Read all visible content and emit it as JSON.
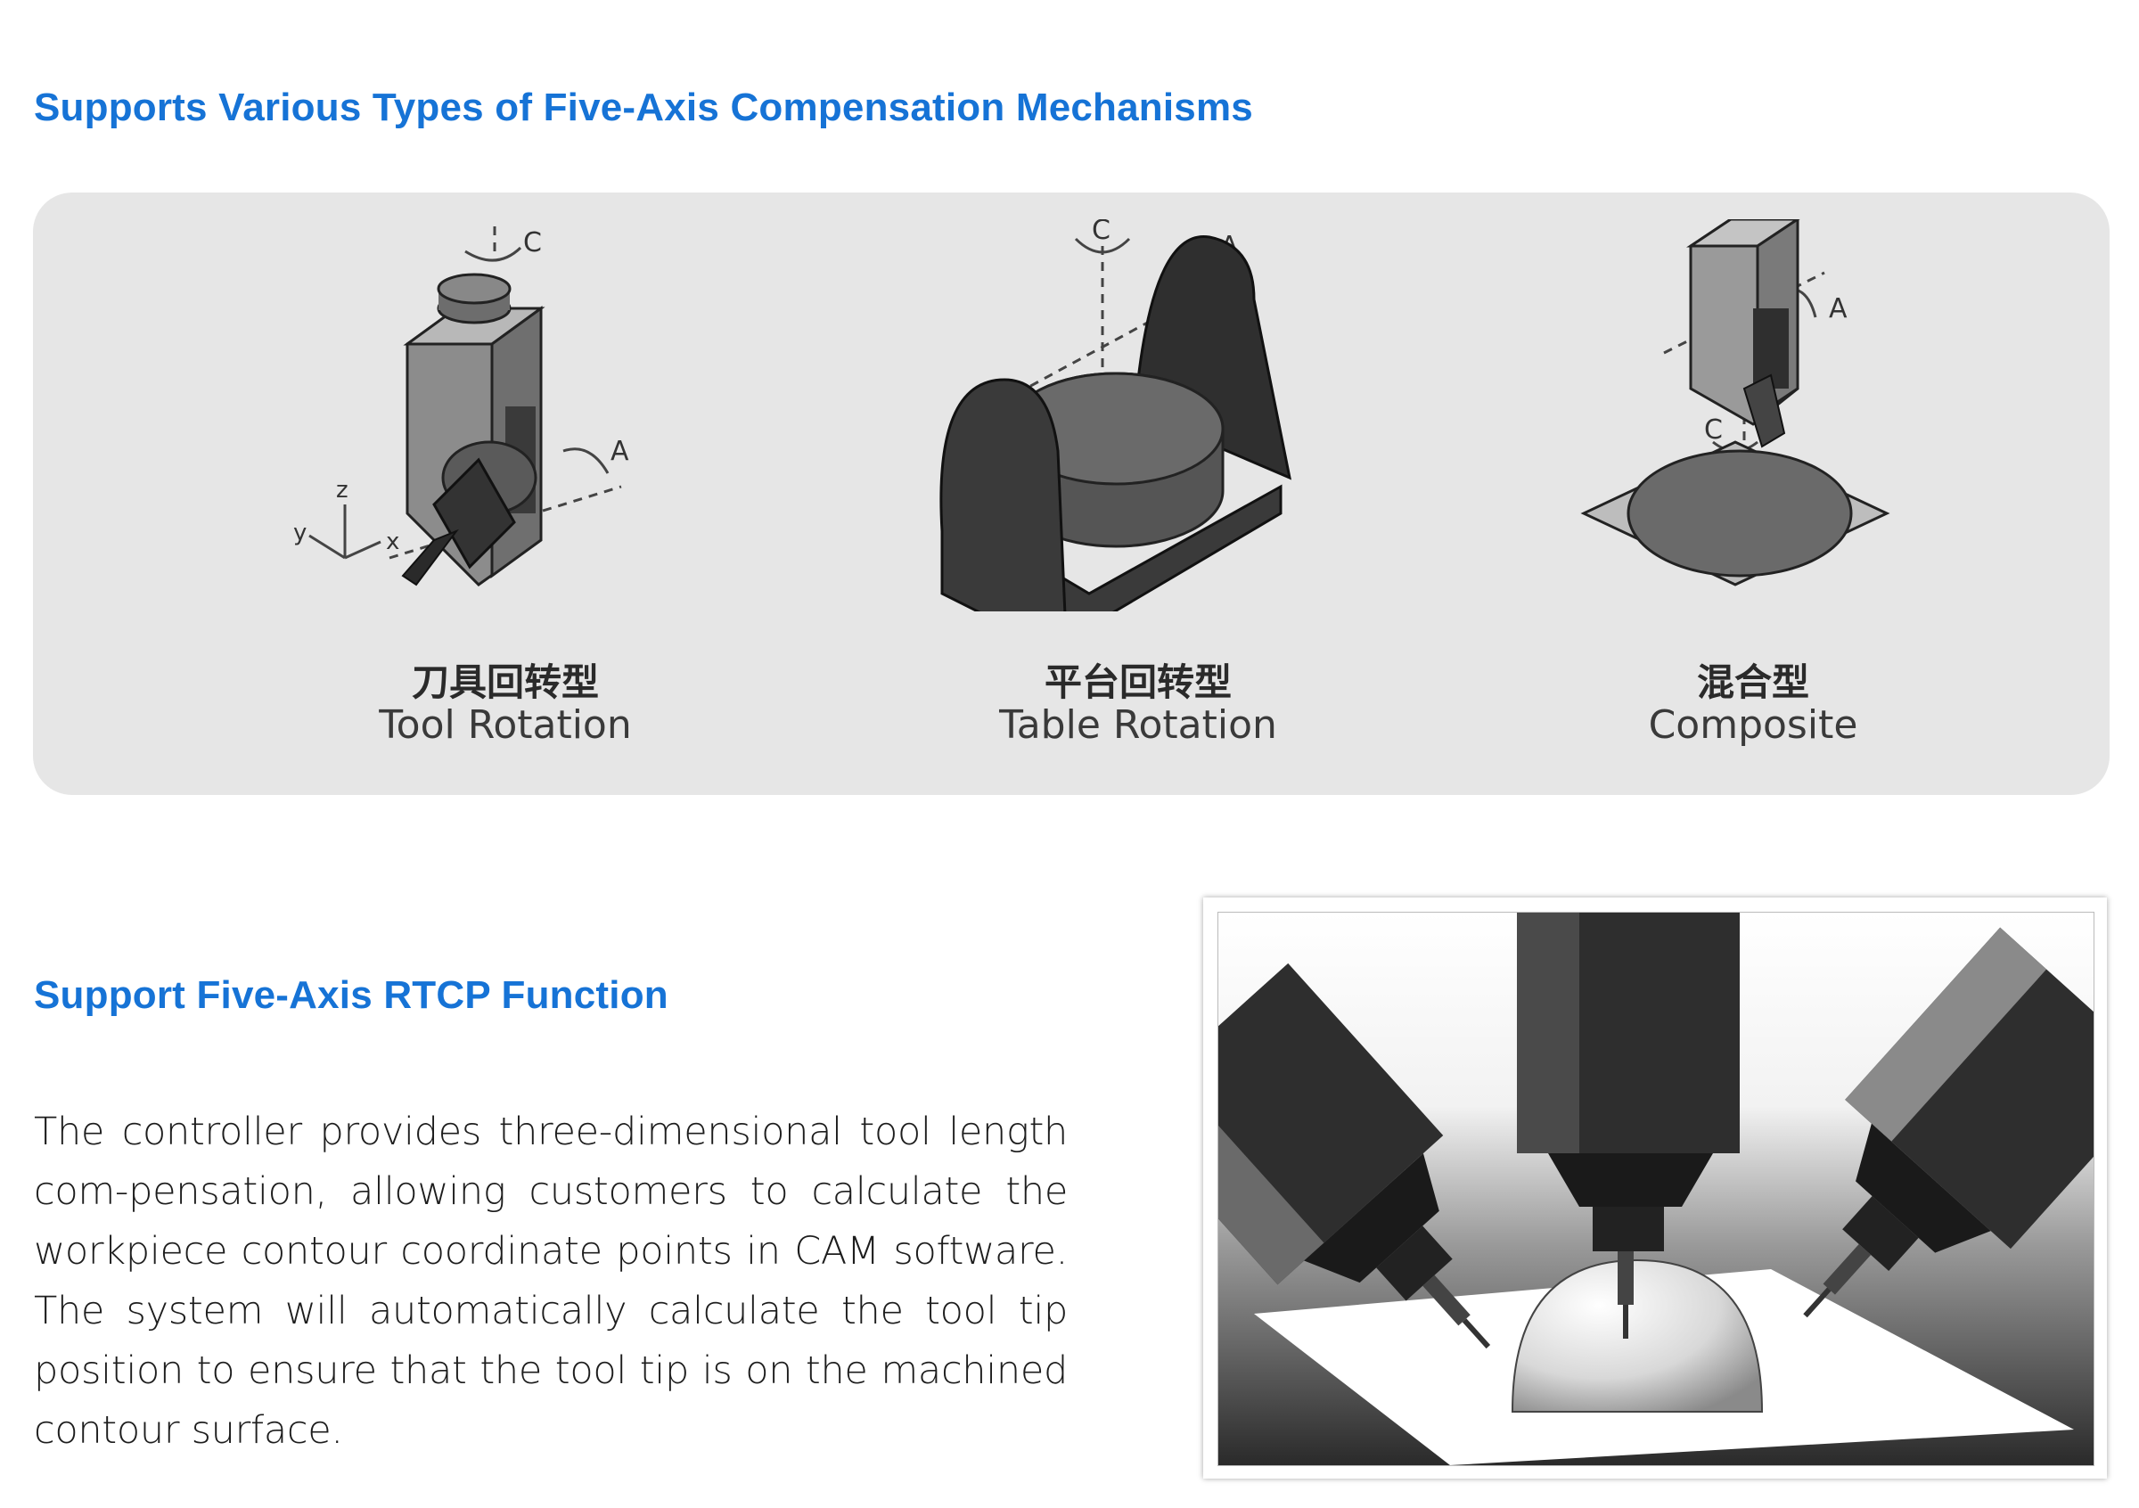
{
  "section1": {
    "title": "Supports Various Types of Five-Axis Compensation Mechanisms",
    "types": [
      {
        "label_cn": "刀具回转型",
        "label_en": "Tool Rotation",
        "axes": [
          "C",
          "A",
          "z",
          "y",
          "x"
        ]
      },
      {
        "label_cn": "平台回转型",
        "label_en": "Table Rotation",
        "axes": [
          "C",
          "A"
        ]
      },
      {
        "label_cn": "混合型",
        "label_en": "Composite",
        "axes": [
          "A",
          "C"
        ]
      }
    ]
  },
  "section2": {
    "title": "Support Five-Axis RTCP Function",
    "paragraph": "The controller provides three-dimensional tool length com-pensation, allowing customers to calculate the workpiece contour coordinate points in CAM software. The system will automatically calculate the tool tip position to ensure that the tool tip is on the machined contour surface."
  },
  "colors": {
    "heading": "#1673d6",
    "panel": "#e6e6e6",
    "text": "#1d1d1d"
  }
}
